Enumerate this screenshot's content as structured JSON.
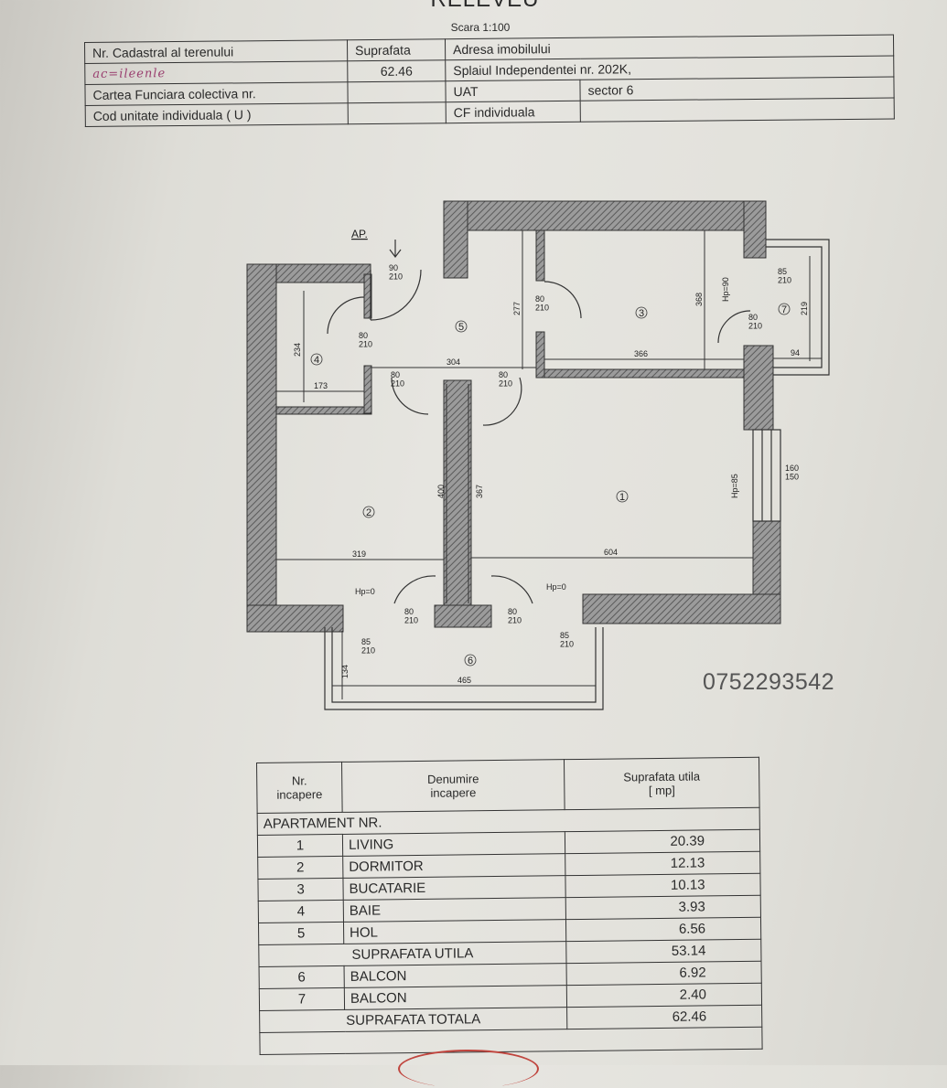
{
  "header": {
    "title": "RELEVEU",
    "scale": "Scara 1:100"
  },
  "info_table": {
    "cadastral_label": "Nr. Cadastral al terenului",
    "cadastral_value": "ac=ileenle",
    "surface_label": "Suprafata",
    "surface_value": "62.46",
    "address_label": "Adresa imobilului",
    "address_value": "Splaiul Independentei nr. 202K,",
    "cf_collective_label": "Cartea Funciara colectiva nr.",
    "uat_label": "UAT",
    "uat_value": "sector 6",
    "unit_code_label": "Cod unitate individuala ( U )",
    "cf_individual_label": "CF individuala"
  },
  "plan": {
    "entrance_label": "AP.",
    "room_numbers": {
      "r1": "1",
      "r2": "2",
      "r3": "3",
      "r4": "4",
      "r5": "5",
      "r6": "6",
      "r7": "7"
    },
    "dimensions": {
      "d304": "304",
      "d366": "366",
      "d173": "173",
      "d234": "234",
      "d94": "94",
      "d319": "319",
      "d604": "604",
      "d465": "465",
      "d134": "134",
      "d400": "400",
      "d367": "367",
      "d277": "277",
      "d368": "368",
      "d219": "219"
    },
    "door_labels": {
      "entry": "90\n210",
      "bath": "80\n210",
      "hall_kitchen": "80\n210",
      "r3_balcony": "80\n210",
      "r7_door": "85\n210",
      "hall_left": "80\n210",
      "hall_right": "80\n210",
      "bottom_left": "80\n210",
      "bottom_mid": "80\n210",
      "balcony_left": "85\n210",
      "balcony_right": "85\n210"
    },
    "hp_labels": {
      "hp0_left": "Hp=0",
      "hp0_right": "Hp=0",
      "hp85_right": "Hp=85",
      "hp90_top": "Hp=90"
    },
    "window_label": "160\n150"
  },
  "phone": "0752293542",
  "rooms_table": {
    "header": {
      "nr": "Nr.\nincapere",
      "name": "Denumire\nincapere",
      "area": "Suprafata utila\n[ mp]"
    },
    "apartment_label": "APARTAMENT NR.",
    "rows": [
      {
        "nr": "1",
        "name": "LIVING",
        "area": "20.39"
      },
      {
        "nr": "2",
        "name": "DORMITOR",
        "area": "12.13"
      },
      {
        "nr": "3",
        "name": "BUCATARIE",
        "area": "10.13"
      },
      {
        "nr": "4",
        "name": "BAIE",
        "area": "3.93"
      },
      {
        "nr": "5",
        "name": "HOL",
        "area": "6.56"
      }
    ],
    "useful_label": "SUPRAFATA UTILA",
    "useful_value": "53.14",
    "balconies": [
      {
        "nr": "6",
        "name": "BALCON",
        "area": "6.92"
      },
      {
        "nr": "7",
        "name": "BALCON",
        "area": "2.40"
      }
    ],
    "total_label": "SUPRAFATA TOTALA",
    "total_value": "62.46"
  }
}
